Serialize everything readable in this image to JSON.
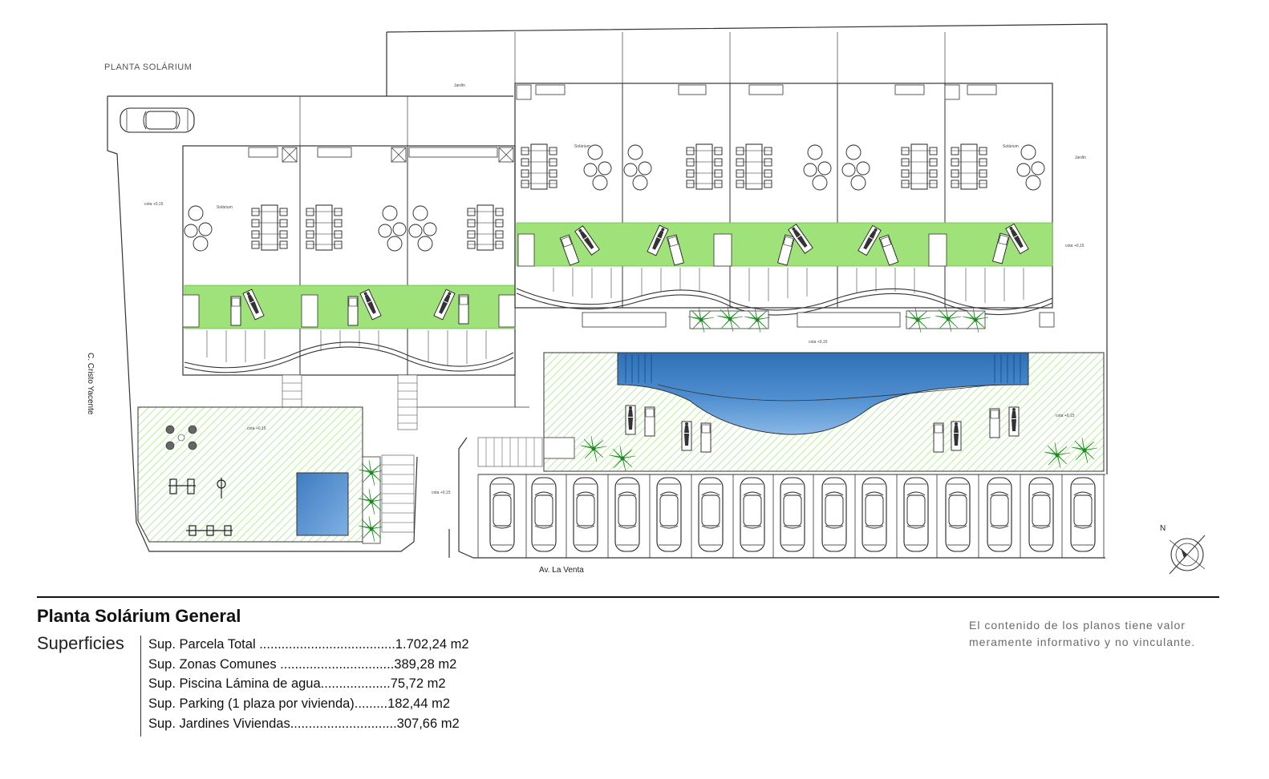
{
  "plan": {
    "label": "PLANTA SOLÁRIUM",
    "street_west": "C. Cristo Yacente",
    "street_south": "Av. La Venta",
    "solarium_text": "Solárium",
    "jardin_text": "Jardín",
    "cota_text": "cota +0,15"
  },
  "legend": {
    "title": "Planta Solárium General",
    "superficies_label": "Superficies",
    "items": [
      "Sup. Parcela Total .....................................1.702,24 m2",
      "Sup. Zonas Comunes ...............................389,28 m2",
      "Sup. Piscina Lámina de agua...................75,72 m2",
      "Sup. Parking (1 plaza por vivienda).........182,44 m2",
      "Sup. Jardines Viviendas.............................307,66 m2"
    ],
    "disclaimer_line1": "El contenido de los planos tiene valor",
    "disclaimer_line2": "meramente informativo y no vinculante."
  },
  "colors": {
    "lawn": "#9fe27a",
    "lawn_hatch": "#b9ec9f",
    "pool_deep": "#2f6fb5",
    "pool_light": "#8ab8e6",
    "palm": "#27b42c",
    "line": "#333333"
  },
  "icons": [
    "car-icon",
    "palm-icon",
    "sunbed-icon",
    "table-icon",
    "north-arrow-icon"
  ]
}
